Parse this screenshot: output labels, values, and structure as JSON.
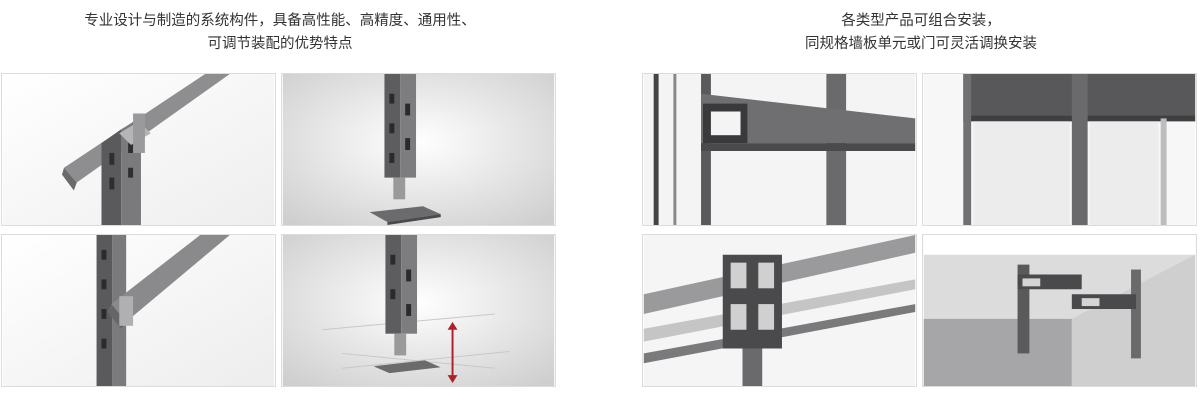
{
  "captions": {
    "left": {
      "line1": "专业设计与制造的系统构件，具备高性能、高精度、通用性、",
      "line2": "可调节装配的优势特点"
    },
    "right": {
      "line1": "各类型产品可组合安装，",
      "line2": "同规格墙板单元或门可灵活调换安装"
    }
  },
  "colors": {
    "metal_dark": "#4d4d4f",
    "metal_mid": "#6a6a6c",
    "metal_light": "#9a9a9c",
    "arrow": "#b0202a",
    "background_light": "#f2f2f2"
  }
}
